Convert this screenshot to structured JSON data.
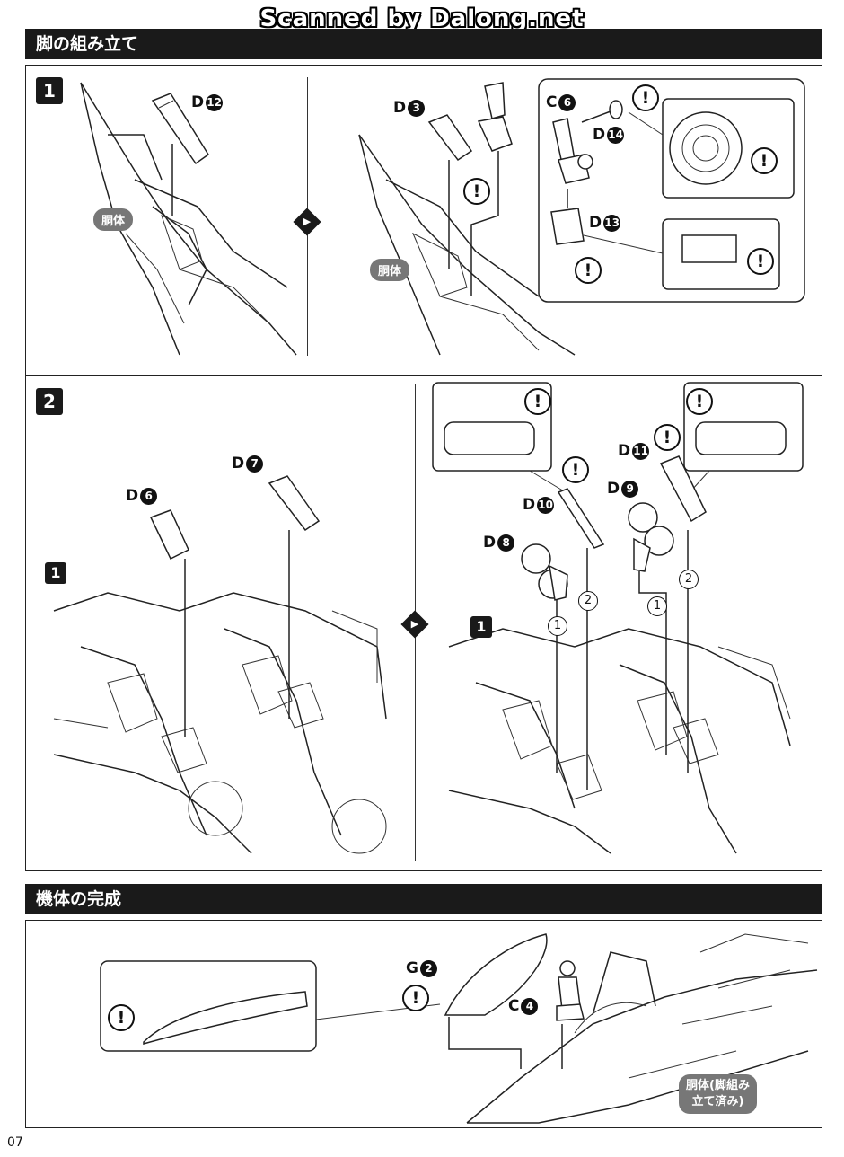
{
  "watermark": "Scanned by Dalong.net",
  "sections": {
    "leg_assembly": "脚の組み立て",
    "airframe_completion": "機体の完成"
  },
  "steps": {
    "step1": "1",
    "step2": "2"
  },
  "labels": {
    "fuselage": "胴体",
    "fuselage_done_line1": "胴体(脚組み",
    "fuselage_done_line2": "立て済み)",
    "ref_step": "1"
  },
  "parts": {
    "d12": {
      "letter": "D",
      "num": "12"
    },
    "d3": {
      "letter": "D",
      "num": "3"
    },
    "c6": {
      "letter": "C",
      "num": "6"
    },
    "d14": {
      "letter": "D",
      "num": "14"
    },
    "d13": {
      "letter": "D",
      "num": "13"
    },
    "d6": {
      "letter": "D",
      "num": "6"
    },
    "d7": {
      "letter": "D",
      "num": "7"
    },
    "d10": {
      "letter": "D",
      "num": "10"
    },
    "d11": {
      "letter": "D",
      "num": "11"
    },
    "d8": {
      "letter": "D",
      "num": "8"
    },
    "d9": {
      "letter": "D",
      "num": "9"
    },
    "g2": {
      "letter": "G",
      "num": "2"
    },
    "c4": {
      "letter": "C",
      "num": "4"
    }
  },
  "order": {
    "first": "1",
    "second": "2"
  },
  "warning_mark": "!",
  "page_number": "07"
}
